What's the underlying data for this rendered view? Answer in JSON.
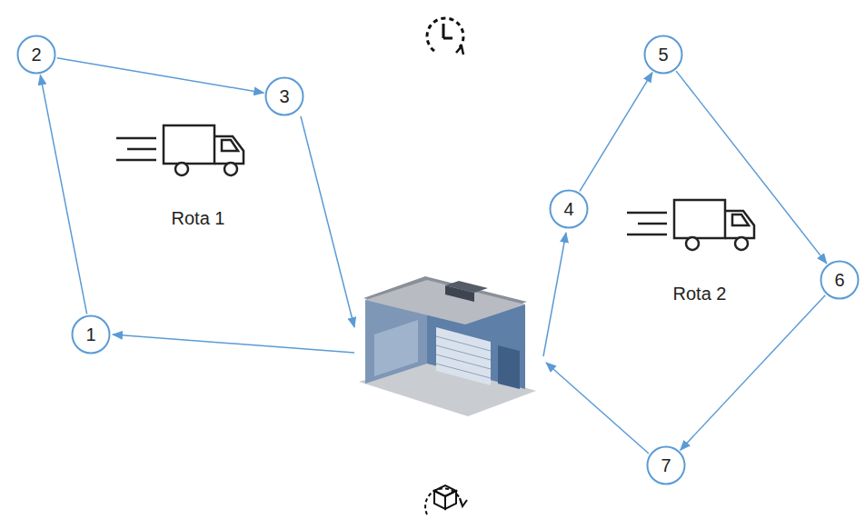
{
  "diagram": {
    "nodes": [
      {
        "text": [
          "1"
        ]
      },
      {
        "text": [
          "2"
        ]
      },
      {
        "text": [
          "3"
        ]
      },
      {
        "text": [
          "4"
        ]
      },
      {
        "text": [
          "5"
        ]
      },
      {
        "text": [
          "6"
        ]
      },
      {
        "text": [
          "7"
        ]
      }
    ],
    "edges": [
      {
        "from": 0,
        "to": 1,
        "arrow": "to"
      },
      {
        "from": 1,
        "to": 2,
        "arrow": "to"
      },
      {
        "from": 3,
        "to": 4,
        "arrow": "to"
      },
      {
        "from": 4,
        "to": 5,
        "arrow": "to"
      },
      {
        "from": 5,
        "to": 6,
        "arrow": "to"
      }
    ],
    "labels": [
      "Rota 1",
      "Rota 2"
    ]
  }
}
